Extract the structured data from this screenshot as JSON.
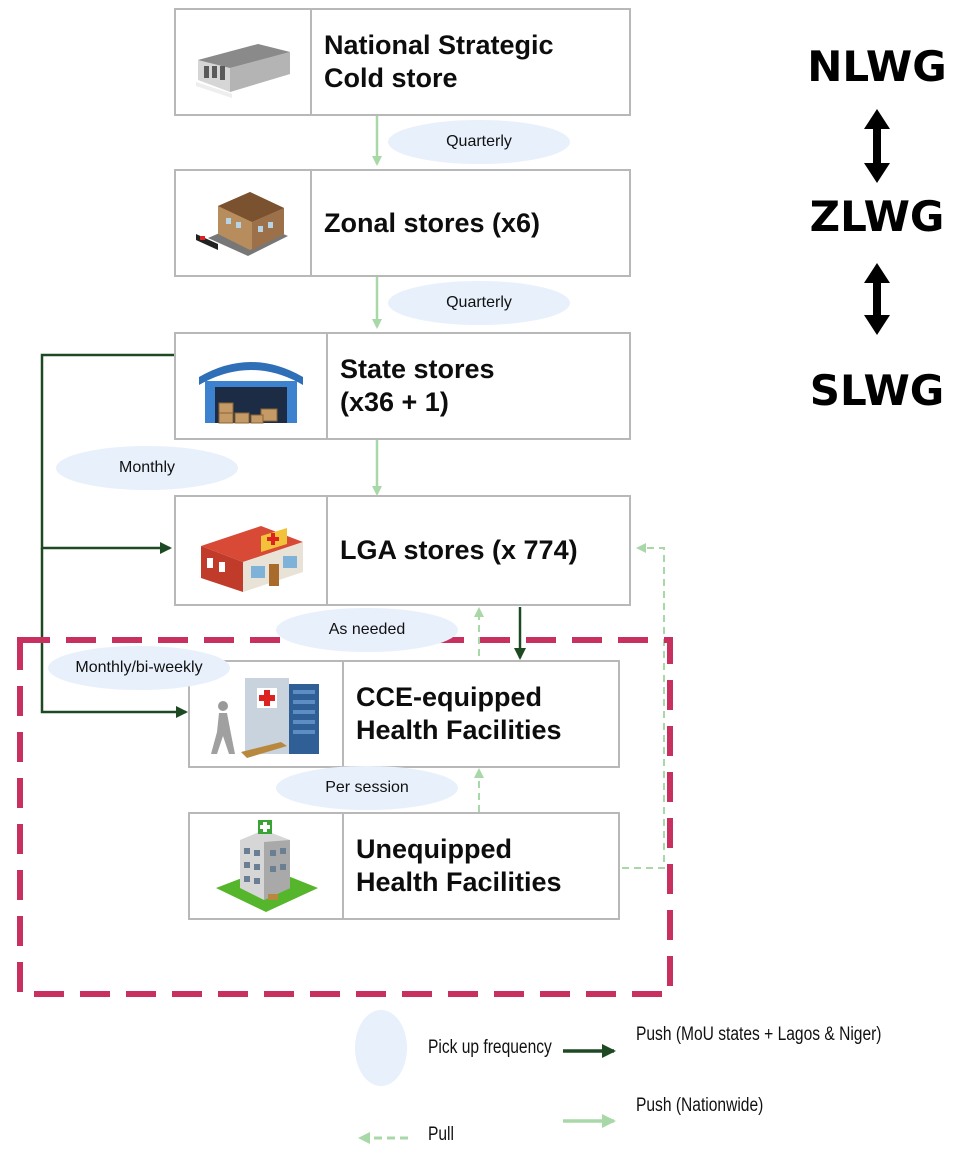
{
  "nodes": {
    "national": "National Strategic\nCold store",
    "zonal": "Zonal stores (x6)",
    "state": "State stores\n(x36 + 1)",
    "lga": "LGA stores (x 774)",
    "cce": "CCE-equipped\nHealth Facilities",
    "unequipped": "Unequipped\nHealth Facilities"
  },
  "frequencies": {
    "national_to_zonal": "Quarterly",
    "zonal_to_state": "Quarterly",
    "state_to_lga": "Monthly",
    "lga_to_hf": "As needed",
    "state_to_hf": "Monthly/bi-weekly",
    "hf_sessions": "Per session"
  },
  "working_groups": {
    "top": "NLWG",
    "middle": "ZLWG",
    "bottom": "SLWG"
  },
  "legend": {
    "pickup": "Pick up frequency",
    "push_mou": "Push (MoU states + Lagos & Niger)",
    "pull": "Pull",
    "push_nationwide": "Push (Nationwide)"
  },
  "colors": {
    "push_mou": "#1e4a23",
    "push_nationwide": "#a8d8a8",
    "pull": "#a8d8a8",
    "dashed_boundary": "#c8305f",
    "ellipse_fill": "#e8f0fb",
    "box_border": "#b8b8b8"
  },
  "icons": {
    "national": "warehouse-icon",
    "zonal": "depot-building-icon",
    "state": "storehouse-icon",
    "lga": "store-icon",
    "cce": "hospital-icon",
    "unequipped": "clinic-icon"
  }
}
